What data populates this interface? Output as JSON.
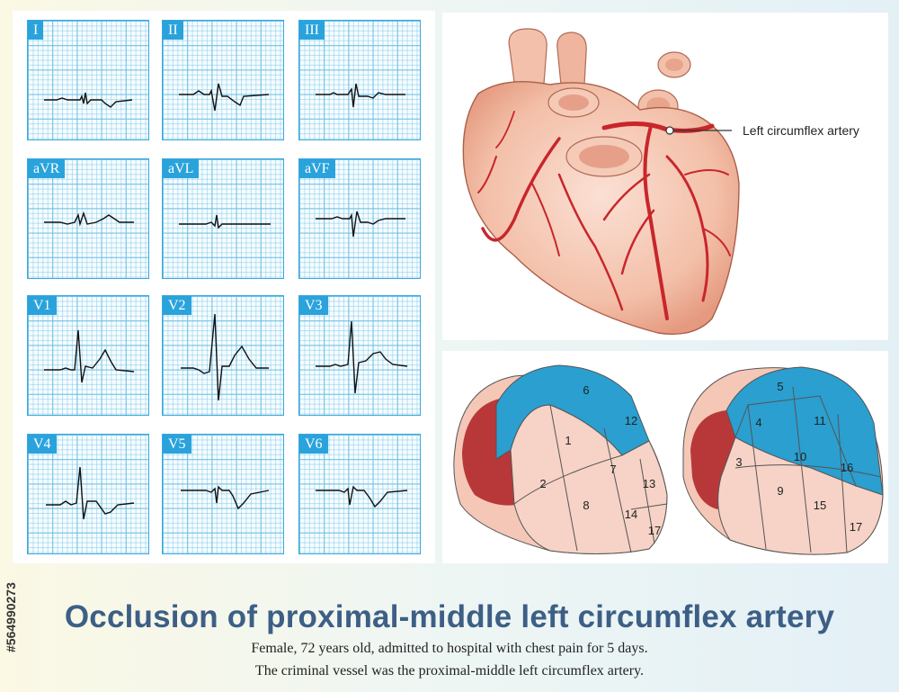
{
  "leads": [
    {
      "id": "I",
      "label": "I"
    },
    {
      "id": "II",
      "label": "II"
    },
    {
      "id": "III",
      "label": "III"
    },
    {
      "id": "aVR",
      "label": "aVR"
    },
    {
      "id": "aVL",
      "label": "aVL"
    },
    {
      "id": "aVF",
      "label": "aVF"
    },
    {
      "id": "V1",
      "label": "V1"
    },
    {
      "id": "V2",
      "label": "V2"
    },
    {
      "id": "V3",
      "label": "V3"
    },
    {
      "id": "V4",
      "label": "V4"
    },
    {
      "id": "V5",
      "label": "V5"
    },
    {
      "id": "V6",
      "label": "V6"
    }
  ],
  "heart": {
    "annotation": "Left circumflex artery"
  },
  "segments": {
    "left_view": [
      "1",
      "2",
      "6",
      "7",
      "8",
      "12",
      "13",
      "14",
      "17"
    ],
    "right_view": [
      "3",
      "4",
      "5",
      "9",
      "10",
      "11",
      "15",
      "16",
      "17"
    ]
  },
  "colors": {
    "ischemic": "#2a9fd0",
    "normal": "#f6d3c6",
    "grid": "#6ec1e4",
    "title": "#3d5f86",
    "artery": "#c8262b"
  },
  "title": "Occlusion of proximal-middle left circumflex artery",
  "subtitle_line1": "Female, 72 years old, admitted to hospital with chest pain for 5 days.",
  "subtitle_line2": "The criminal vessel was the proximal-middle left circumflex artery.",
  "watermark": "#564990273"
}
